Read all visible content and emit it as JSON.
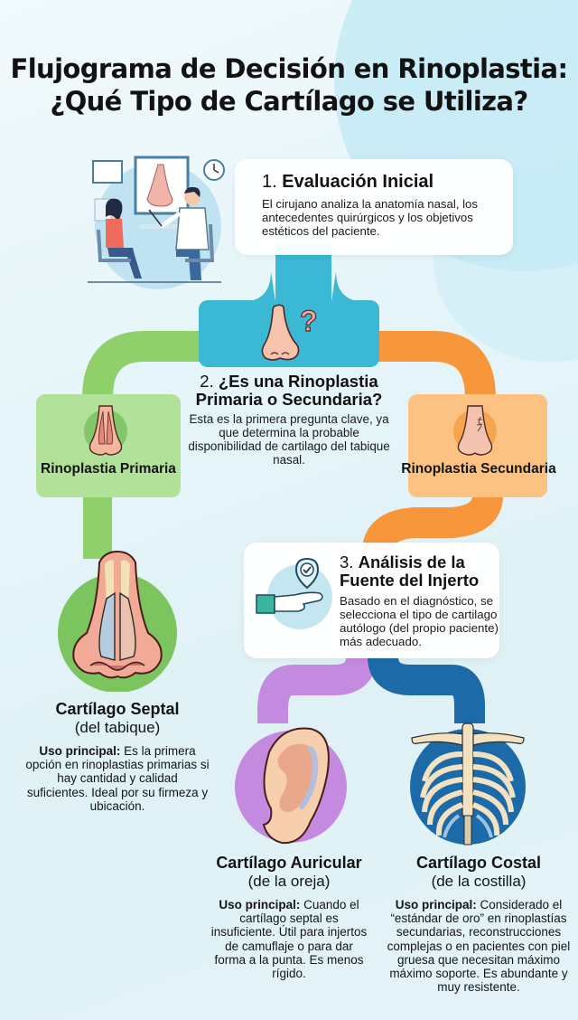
{
  "title": {
    "line1": "Flujograma de Decisión en Rinoplastia:",
    "line2": "¿Qué Tipo de Cartílago se Utiliza?"
  },
  "colors": {
    "step2_blue": "#3bb8d3",
    "primary_green": "#8fd06a",
    "secondary_orange": "#f7963a",
    "auricular_purple": "#c48ae0",
    "costal_blue": "#1d6aa8"
  },
  "step1": {
    "number": "1.",
    "title": "Evaluación Inicial",
    "description": "El cirujano analiza la anatomía nasal, los antecedentes quirúrgicos y los objetivos estéticos del paciente.",
    "icon": "doctor-consultation-illustration"
  },
  "step2": {
    "number": "2.",
    "title_line1": "¿Es una Rinoplastia",
    "title_line2": "Primaria o Secundaria?",
    "description": "Esta es la primera pregunta clave, ya que determina la probable disponibilidad de cartilago del tabique nasal.",
    "icon": "nose-question-icon"
  },
  "branches": {
    "primary": {
      "label": "Rinoplastia Primaria",
      "icon": "nose-cartilage-icon"
    },
    "secondary": {
      "label": "Rinoplastia Secundaria",
      "icon": "nose-scarred-icon"
    }
  },
  "step3": {
    "number": "3.",
    "title_line1": "Análisis de la",
    "title_line2": "Fuente del Injerto",
    "description": "Basado en el diagnóstico, se selecciona el tipo de cartilago autólogo (del propio paciente) más adecuado.",
    "icon": "hand-checkmark-icon"
  },
  "cartilages": {
    "septal": {
      "title": "Cartílago Septal",
      "subtitle": "(del tabique)",
      "use_label": "Uso principal:",
      "use_text": "Es la primera opción en rinoplastias primarias si hay cantidad y calidad suficientes. Ideal por su firmeza y ubicación.",
      "icon": "septal-nose-icon"
    },
    "auricular": {
      "title": "Cartílago Auricular",
      "subtitle": "(de la oreja)",
      "use_label": "Uso principal:",
      "use_text": "Cuando el cartílago septal es insuficiente. Útil para injertos de camuflaje o para dar forma a la punta. Es menos rígido.",
      "icon": "ear-icon"
    },
    "costal": {
      "title": "Cartílago Costal",
      "subtitle": "(de la costilla)",
      "use_label": "Uso principal:",
      "use_text": "Considerado el “estándar de oro” en rinoplastías secundarias, reconstrucciones complejas o en pacientes con piel gruesa que necesitan máximo máximo soporte. Es abundante y muy resistente.",
      "icon": "ribcage-icon"
    }
  }
}
